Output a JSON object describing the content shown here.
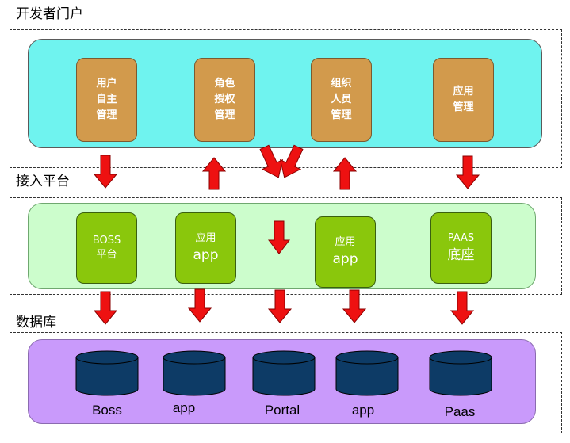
{
  "sections": {
    "portal": {
      "title": "开发者门户"
    },
    "access": {
      "title": "接入平台"
    },
    "database": {
      "title": "数据库"
    }
  },
  "portal_modules": [
    {
      "lines": [
        "用户",
        "自主",
        "管理"
      ]
    },
    {
      "lines": [
        "角色",
        "授权",
        "管理"
      ]
    },
    {
      "lines": [
        "组织",
        "人员",
        "管理"
      ]
    },
    {
      "lines": [
        "应用",
        "管理"
      ]
    }
  ],
  "platform_modules": [
    {
      "line1": "BOSS",
      "line2": "平台"
    },
    {
      "line1": "应用",
      "line2": "app"
    },
    {
      "line1": "应用",
      "line2": "app"
    },
    {
      "line1": "PAAS",
      "line2": "底座"
    }
  ],
  "databases": [
    "Boss",
    "app",
    "Portal",
    "app",
    "Paas"
  ],
  "colors": {
    "portal_panel": "#6ff3ef",
    "platform_panel": "#ccfdcc",
    "database_panel": "#c99afb",
    "module_orange": "#d29a4c",
    "module_green": "#8ac70c",
    "cylinder": "#0d3b66",
    "arrow": "#ee1111"
  }
}
